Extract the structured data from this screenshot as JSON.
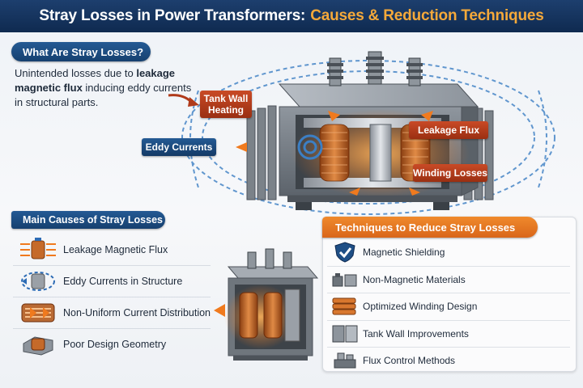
{
  "header": {
    "title_main": "Stray Losses in Power Transformers:",
    "title_accent": "Causes & Reduction Techniques"
  },
  "what": {
    "title": "What Are Stray Losses?",
    "text_pre": "Unintended losses due to ",
    "text_bold": "leakage magnetic flux",
    "text_post": " inducing eddy currents in structural parts."
  },
  "callouts": {
    "tank_line1": "Tank Wall",
    "tank_line2": "Heating",
    "eddy": "Eddy Currents",
    "leakage": "Leakage Flux",
    "winding": "Winding Losses"
  },
  "causes": {
    "title": "Main Causes of Stray Losses",
    "items": [
      {
        "label": "Leakage Magnetic Flux",
        "icon": "flux-icon"
      },
      {
        "label": "Eddy Currents in Structure",
        "icon": "eddy-icon"
      },
      {
        "label": "Non-Uniform Current Distribution",
        "icon": "current-icon"
      },
      {
        "label": "Poor Design Geometry",
        "icon": "geometry-icon"
      }
    ]
  },
  "techniques": {
    "title": "Techniques to Reduce Stray Losses",
    "items": [
      {
        "label": "Magnetic Shielding",
        "icon": "shield-check-icon"
      },
      {
        "label": "Non-Magnetic Materials",
        "icon": "materials-icon"
      },
      {
        "label": "Optimized Winding Design",
        "icon": "winding-icon"
      },
      {
        "label": "Tank Wall Improvements",
        "icon": "tank-wall-icon"
      },
      {
        "label": "Flux Control Methods",
        "icon": "flux-control-icon"
      }
    ]
  },
  "colors": {
    "navy": "#16406f",
    "orange": "#f08a2c",
    "red": "#9a2f12",
    "copper": "#c56a2a"
  }
}
